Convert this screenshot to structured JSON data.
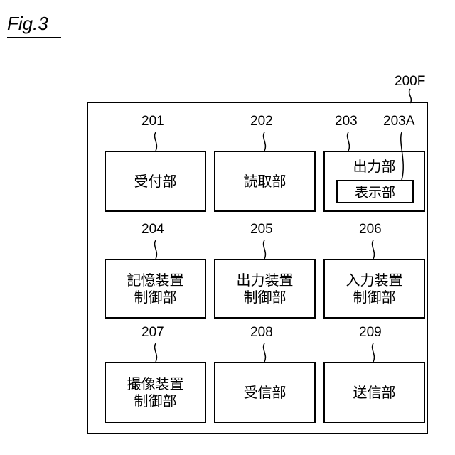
{
  "figure": {
    "title": "Fig.3"
  },
  "system": {
    "ref": "200F"
  },
  "blocks": [
    {
      "ref": "201",
      "label": "受付部"
    },
    {
      "ref": "202",
      "label": "読取部"
    },
    {
      "ref": "203",
      "label": "出力部"
    },
    {
      "ref": "204",
      "label": "記憶装置\n制御部"
    },
    {
      "ref": "205",
      "label": "出力装置\n制御部"
    },
    {
      "ref": "206",
      "label": "入力装置\n制御部"
    },
    {
      "ref": "207",
      "label": "撮像装置\n制御部"
    },
    {
      "ref": "208",
      "label": "受信部"
    },
    {
      "ref": "209",
      "label": "送信部"
    }
  ],
  "sub_block": {
    "ref": "203A",
    "label": "表示部"
  }
}
